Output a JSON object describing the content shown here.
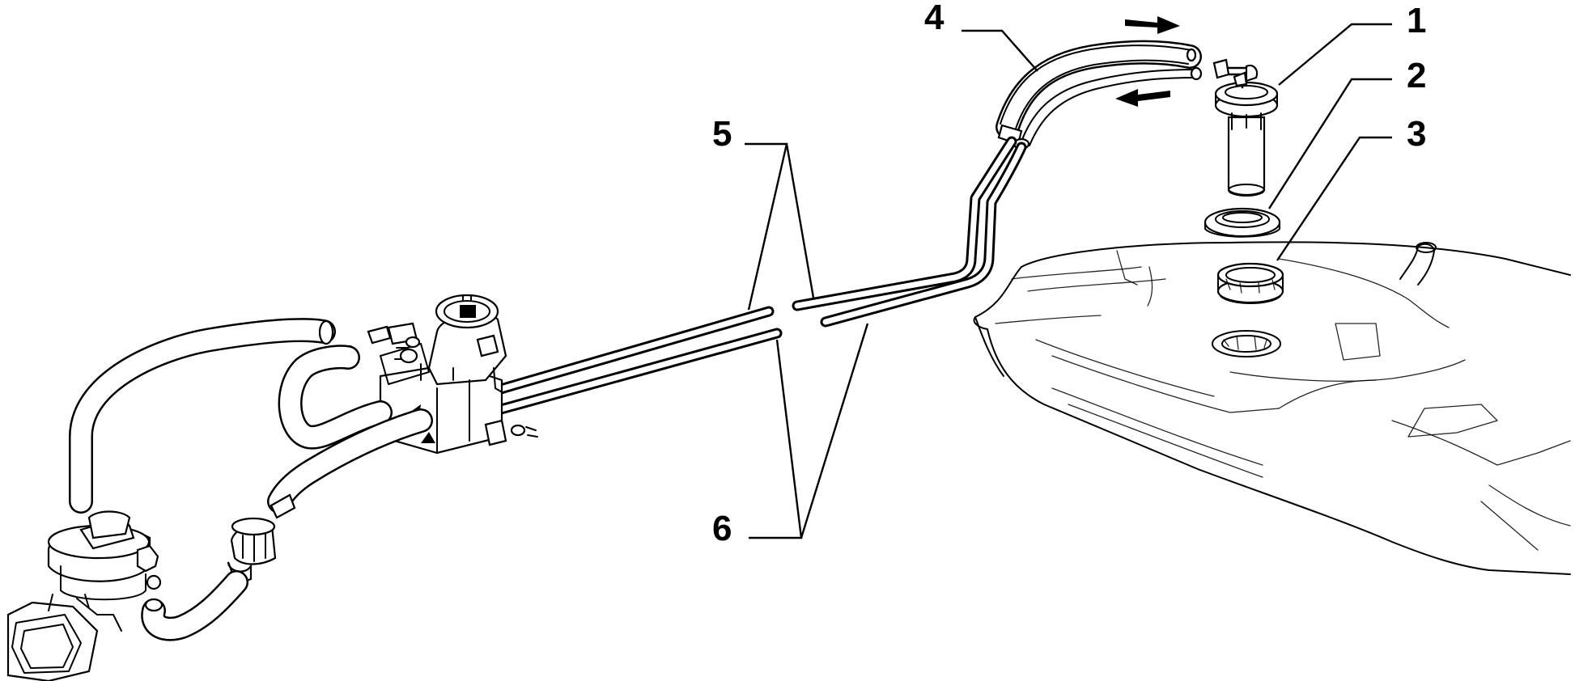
{
  "callouts": [
    {
      "id": "1",
      "label": "1"
    },
    {
      "id": "2",
      "label": "2"
    },
    {
      "id": "3",
      "label": "3"
    },
    {
      "id": "4",
      "label": "4"
    },
    {
      "id": "5",
      "label": "5"
    },
    {
      "id": "6",
      "label": "6"
    }
  ],
  "flow_arrows": [
    "arrow-right-icon",
    "arrow-left-icon"
  ],
  "components": [
    "fuel-tank",
    "fuel-level-sender",
    "sender-seal",
    "lock-ring",
    "return-hose",
    "fuel-lines",
    "carburetor",
    "fuel-filter",
    "fuel-pump"
  ]
}
